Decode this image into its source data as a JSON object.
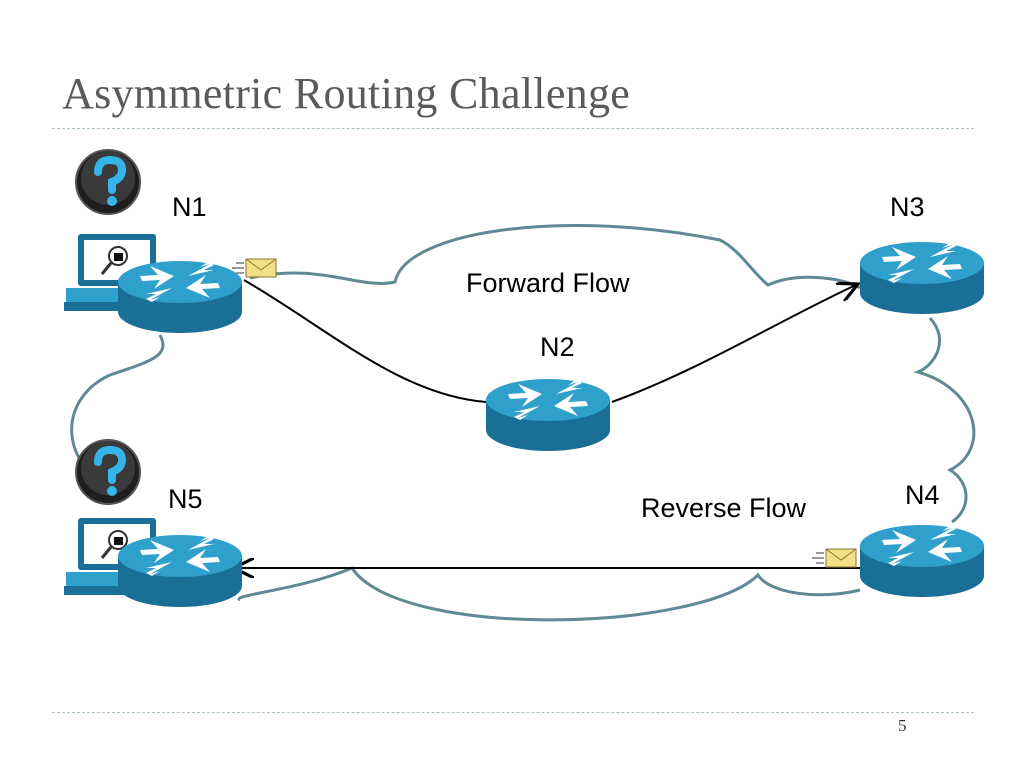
{
  "slide": {
    "title": "Asymmetric Routing Challenge",
    "page_number": "5"
  },
  "nodes": [
    {
      "id": "N1",
      "label": "N1"
    },
    {
      "id": "N2",
      "label": "N2"
    },
    {
      "id": "N3",
      "label": "N3"
    },
    {
      "id": "N4",
      "label": "N4"
    },
    {
      "id": "N5",
      "label": "N5"
    }
  ],
  "flows": {
    "forward_label": "Forward Flow",
    "reverse_label": "Reverse Flow"
  },
  "edges": [
    {
      "from": "N1",
      "to": "N2",
      "flow": "forward"
    },
    {
      "from": "N2",
      "to": "N3",
      "flow": "forward"
    },
    {
      "from": "N4",
      "to": "N5",
      "flow": "reverse"
    }
  ],
  "colors": {
    "title": "#5a5a5a",
    "router_top": "#2f9fcc",
    "router_side": "#1a6f96",
    "cloud_outline": "#5f8a94",
    "help_badge": "#2a2a2a",
    "help_mark": "#35b4ea",
    "envelope": "#f3df86"
  },
  "icons": {
    "router": "router-icon",
    "computer": "computer-icon",
    "help": "question-mark-icon",
    "message": "envelope-icon"
  }
}
